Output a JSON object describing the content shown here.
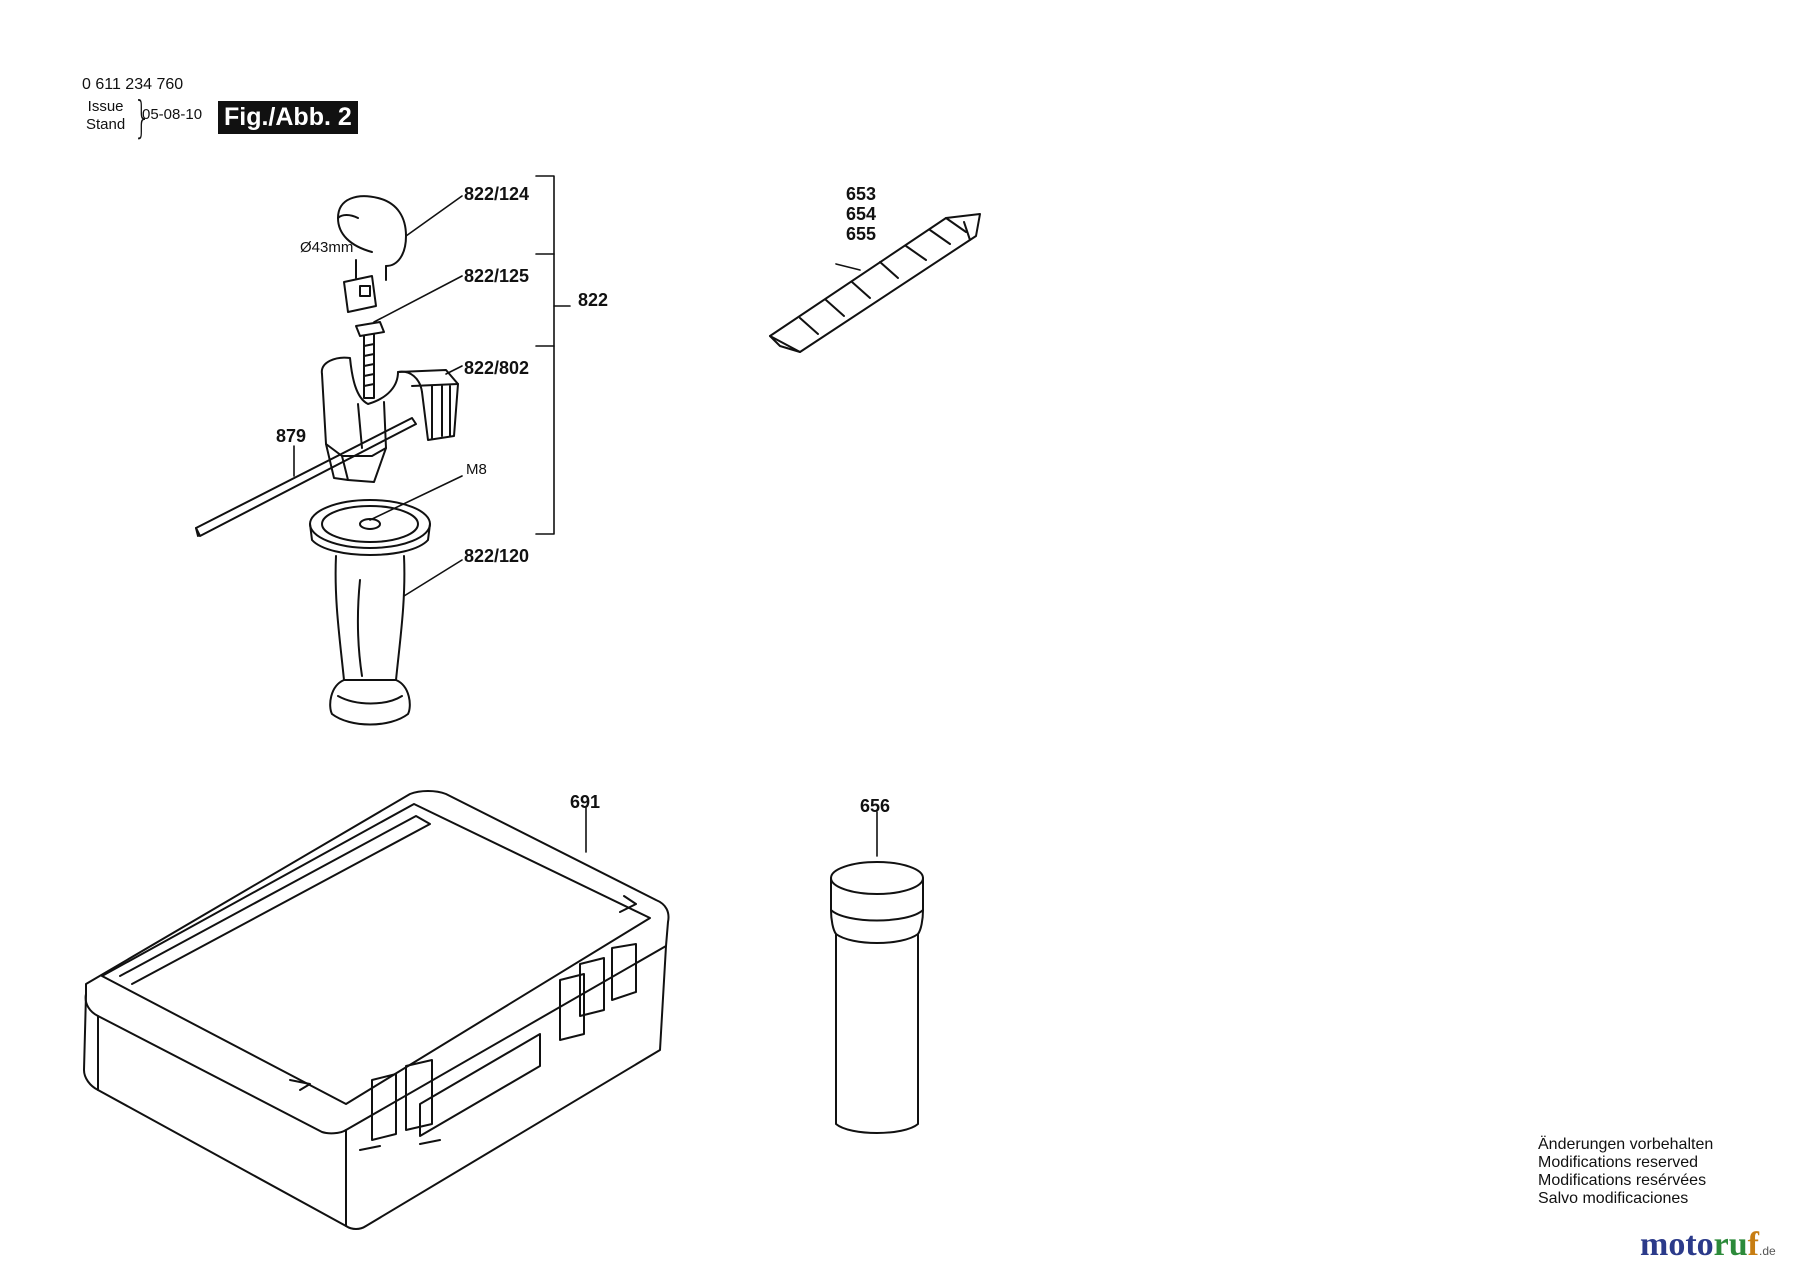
{
  "header": {
    "part_number": "0 611 234 760",
    "issue_label": "Issue",
    "stand_label": "Stand",
    "date": "05-08-10",
    "figure": "Fig./Abb. 2"
  },
  "callouts": {
    "c822_124": "822/124",
    "c822_125": "822/125",
    "c822": "822",
    "c822_802": "822/802",
    "c879": "879",
    "cM8": "M8",
    "c822_120": "822/120",
    "diameter": "Ø43mm",
    "c653": "653",
    "c654": "654",
    "c655": "655",
    "c691": "691",
    "c656": "656"
  },
  "disclaimer": [
    "Änderungen vorbehalten",
    "Modifications reserved",
    "Modifications resérvées",
    "Salvo modificaciones"
  ],
  "watermark": {
    "part_a": "moto",
    "part_b": "ru",
    "part_c": "f",
    "part_d": ".de"
  }
}
